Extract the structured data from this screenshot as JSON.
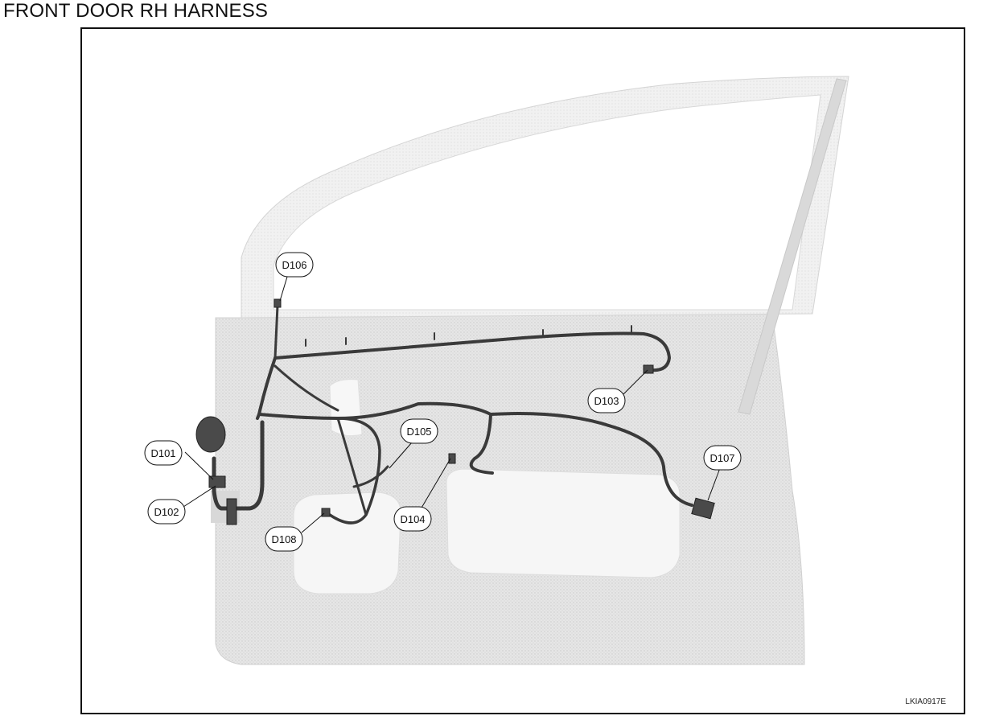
{
  "title": "FRONT DOOR RH HARNESS",
  "figure_code": "LKIA0917E",
  "connectors": [
    {
      "id": "d101",
      "label": "D101"
    },
    {
      "id": "d102",
      "label": "D102"
    },
    {
      "id": "d103",
      "label": "D103"
    },
    {
      "id": "d104",
      "label": "D104"
    },
    {
      "id": "d105",
      "label": "D105"
    },
    {
      "id": "d106",
      "label": "D106"
    },
    {
      "id": "d107",
      "label": "D107"
    },
    {
      "id": "d108",
      "label": "D108"
    }
  ]
}
